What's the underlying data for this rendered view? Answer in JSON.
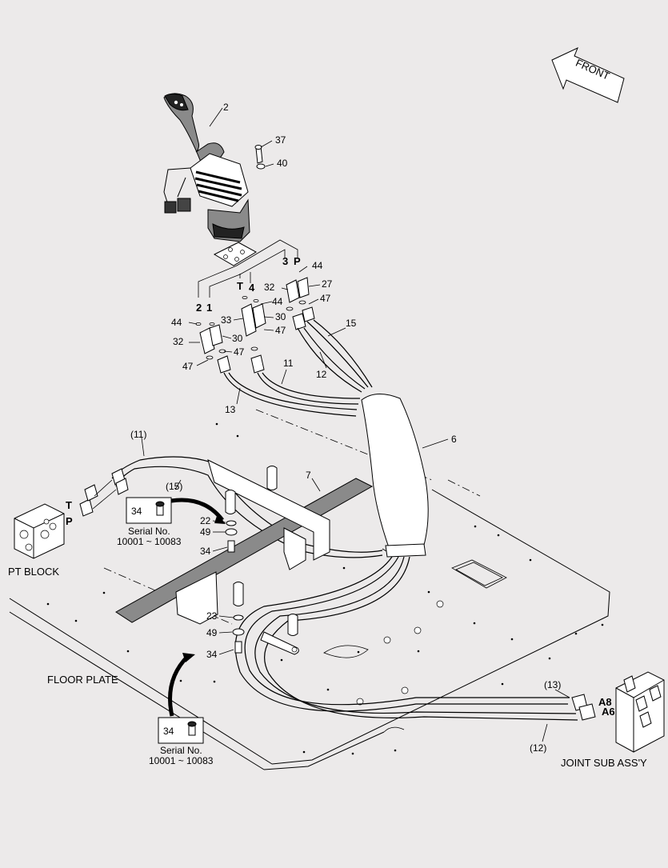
{
  "labels": {
    "front": "FRONT",
    "pt_block": "PT BLOCK",
    "floor_plate": "FLOOR PLATE",
    "joint_sub_assy": "JOINT SUB ASS'Y",
    "serial_no": "Serial No.",
    "serial_range": "10001 ~ 10083"
  },
  "port_marks": {
    "p3": "3",
    "pP": "P",
    "pT": "T",
    "p4": "4",
    "p2": "2",
    "p1": "1",
    "blockT": "T",
    "blockP": "P",
    "A8": "A8",
    "A6": "A6"
  },
  "callouts": {
    "n2": "2",
    "n37": "37",
    "n40": "40",
    "n44a": "44",
    "n27": "27",
    "n32a": "32",
    "n47a": "47",
    "n44b": "44",
    "n30a": "30",
    "n33": "33",
    "n47b": "47",
    "n44c": "44",
    "n30b": "30",
    "n32b": "32",
    "n47c": "47",
    "n47d": "47",
    "n15": "15",
    "n11": "11",
    "n12": "12",
    "n13": "13",
    "n6": "6",
    "n11p": "(11)",
    "n15p": "(15)",
    "n7": "7",
    "n22": "22",
    "n49a": "49",
    "n34a": "34",
    "n34box1": "34",
    "n23": "23",
    "n49b": "49",
    "n34b": "34",
    "n34box2": "34",
    "n13p": "(13)",
    "n12p": "(12)"
  }
}
